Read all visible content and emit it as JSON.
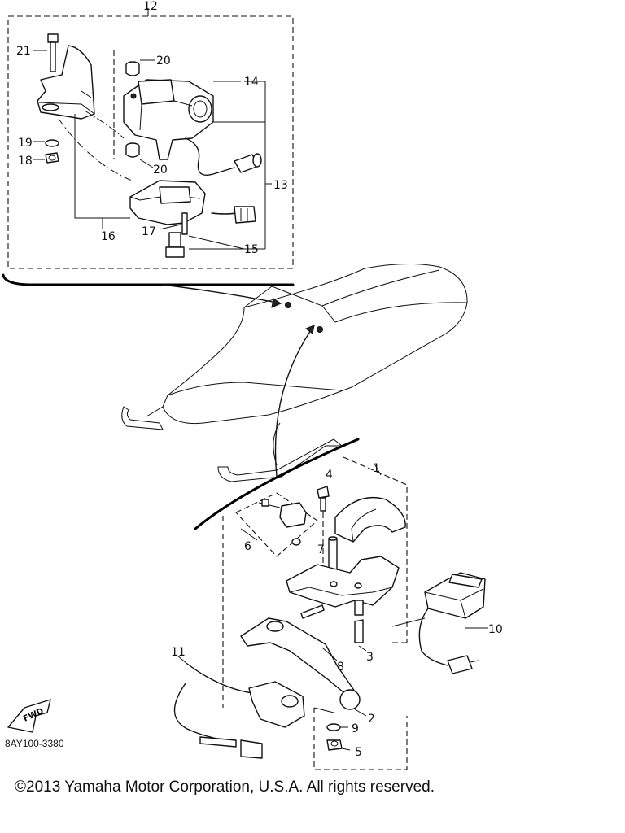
{
  "callouts": {
    "c12": "12",
    "c21": "21",
    "c20a": "20",
    "c14": "14",
    "c19": "19",
    "c18": "18",
    "c20b": "20",
    "c13": "13",
    "c16": "16",
    "c17": "17",
    "c15": "15",
    "c1": "1",
    "c4": "4",
    "c6": "6",
    "c7": "7",
    "c10": "10",
    "c3": "3",
    "c8": "8",
    "c11": "11",
    "c2": "2",
    "c9": "9",
    "c5": "5"
  },
  "fwd_badge": "FWD",
  "diagram_ref": "8AY100-3380",
  "copyright": "©2013 Yamaha Motor Corporation, U.S.A. All rights reserved."
}
